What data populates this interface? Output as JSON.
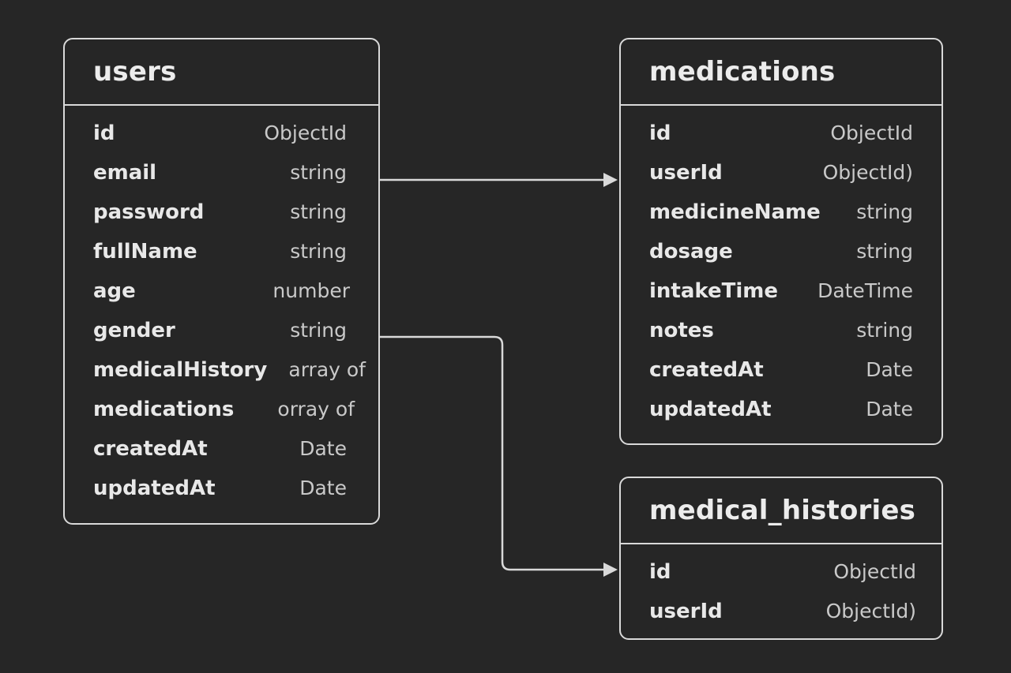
{
  "tables": {
    "users": {
      "title": "users",
      "fields": [
        {
          "name": "id",
          "type": "ObjectId"
        },
        {
          "name": "email",
          "type": "string"
        },
        {
          "name": "password",
          "type": "string"
        },
        {
          "name": "fullName",
          "type": "string"
        },
        {
          "name": "age",
          "type": "number"
        },
        {
          "name": "gender",
          "type": "string"
        },
        {
          "name": "medicalHistory",
          "type": "array of"
        },
        {
          "name": "medications",
          "type": "orray of"
        },
        {
          "name": "createdAt",
          "type": "Date"
        },
        {
          "name": "updatedAt",
          "type": "Date"
        }
      ]
    },
    "medications": {
      "title": "medications",
      "fields": [
        {
          "name": "id",
          "type": "ObjectId"
        },
        {
          "name": "userId",
          "type": "ObjectId)"
        },
        {
          "name": "medicineName",
          "type": "string"
        },
        {
          "name": "dosage",
          "type": "string"
        },
        {
          "name": "intakeTime",
          "type": "DateTime"
        },
        {
          "name": "notes",
          "type": "string"
        },
        {
          "name": "createdAt",
          "type": "Date"
        },
        {
          "name": "updatedAt",
          "type": "Date"
        }
      ]
    },
    "medical_histories": {
      "title": "medical_histories",
      "fields": [
        {
          "name": "id",
          "type": "ObjectId"
        },
        {
          "name": "userId",
          "type": "ObjectId)"
        }
      ]
    }
  },
  "relations": [
    {
      "from": "users.email",
      "to": "medications"
    },
    {
      "from": "users.gender",
      "to": "medical_histories"
    }
  ],
  "colors": {
    "background": "#262626",
    "border": "#d9d9d9",
    "field_name": "#e8e8e8",
    "field_type": "#c9c9c9"
  }
}
